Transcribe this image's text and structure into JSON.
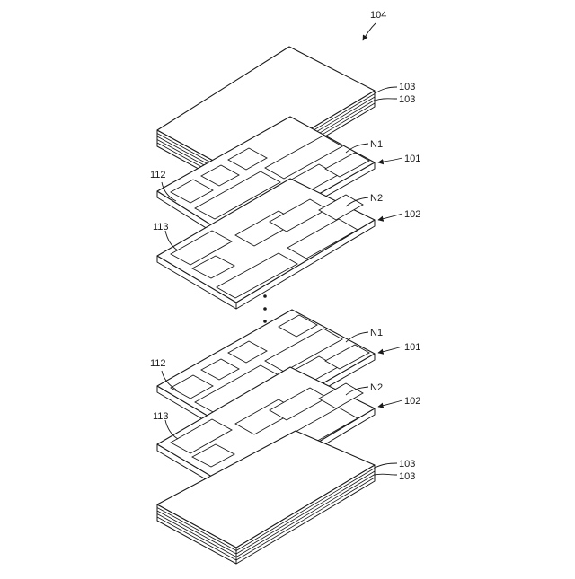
{
  "labels": {
    "assembly": "104",
    "top_stack_layer_a": "103",
    "top_stack_layer_b": "103",
    "bottom_stack_layer_a": "103",
    "bottom_stack_layer_b": "103",
    "n1_upper": "N1",
    "n2_upper": "N2",
    "n1_lower": "N1",
    "n2_lower": "N2",
    "plate101_upper": "101",
    "plate102_upper": "102",
    "plate101_lower": "101",
    "plate102_lower": "102",
    "ref112_upper": "112",
    "ref113_upper": "113",
    "ref112_lower": "112",
    "ref113_lower": "113"
  }
}
